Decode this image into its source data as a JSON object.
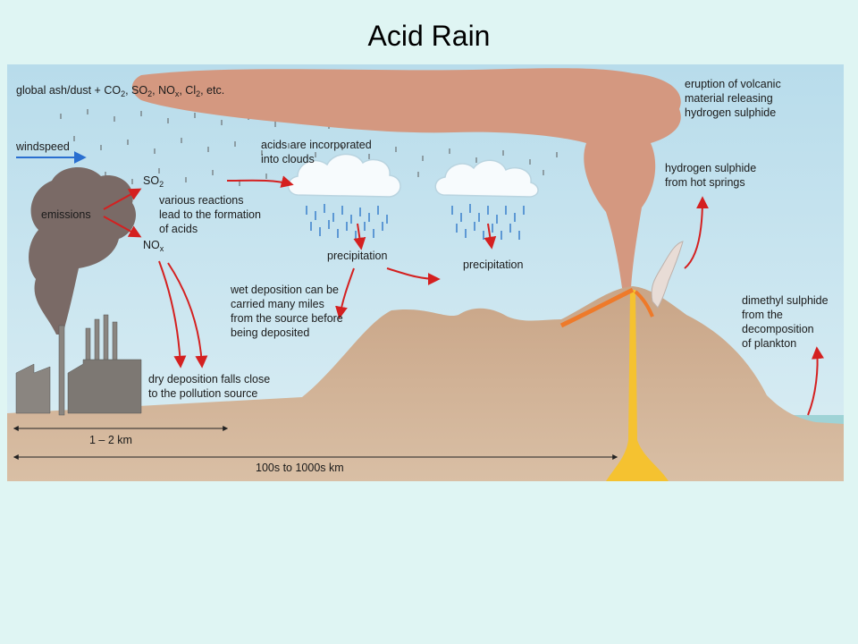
{
  "title": "Acid Rain",
  "labels": {
    "global_dust": "global ash/dust + CO",
    "global_dust_sub1": "2",
    "global_dust_mid1": ", SO",
    "global_dust_sub2": "2",
    "global_dust_mid2": ", NO",
    "global_dust_sub3": "x",
    "global_dust_mid3": ", Cl",
    "global_dust_sub4": "2",
    "global_dust_end": ", etc.",
    "windspeed": "windspeed",
    "emissions": "emissions",
    "so2": "SO",
    "so2_sub": "2",
    "nox": "NO",
    "nox_sub": "x",
    "reactions_1": "various reactions",
    "reactions_2": "lead to the formation",
    "reactions_3": "of acids",
    "clouds_1": "acids are incorporated",
    "clouds_2": "into clouds",
    "precip_1": "precipitation",
    "precip_2": "precipitation",
    "wet_1": "wet deposition can be",
    "wet_2": "carried many miles",
    "wet_3": "from the source before",
    "wet_4": "being deposited",
    "dry_1": "dry deposition falls close",
    "dry_2": "to the pollution source",
    "volcano_1": "eruption of volcanic",
    "volcano_2": "material releasing",
    "volcano_3": "hydrogen sulphide",
    "springs_1": "hydrogen sulphide",
    "springs_2": "from hot springs",
    "dms_1": "dimethyl sulphide",
    "dms_2": "from the",
    "dms_3": "decomposition",
    "dms_4": "of plankton",
    "dist_short": "1 – 2 km",
    "dist_long": "100s to 1000s km"
  },
  "colors": {
    "sky": "#c9e4ee",
    "plume": "#d49880",
    "smoke": "#7a6a66",
    "ground": "#c9a587",
    "arrow": "#d42020",
    "wind": "#2a6fd0",
    "magma": "#f5c230"
  }
}
